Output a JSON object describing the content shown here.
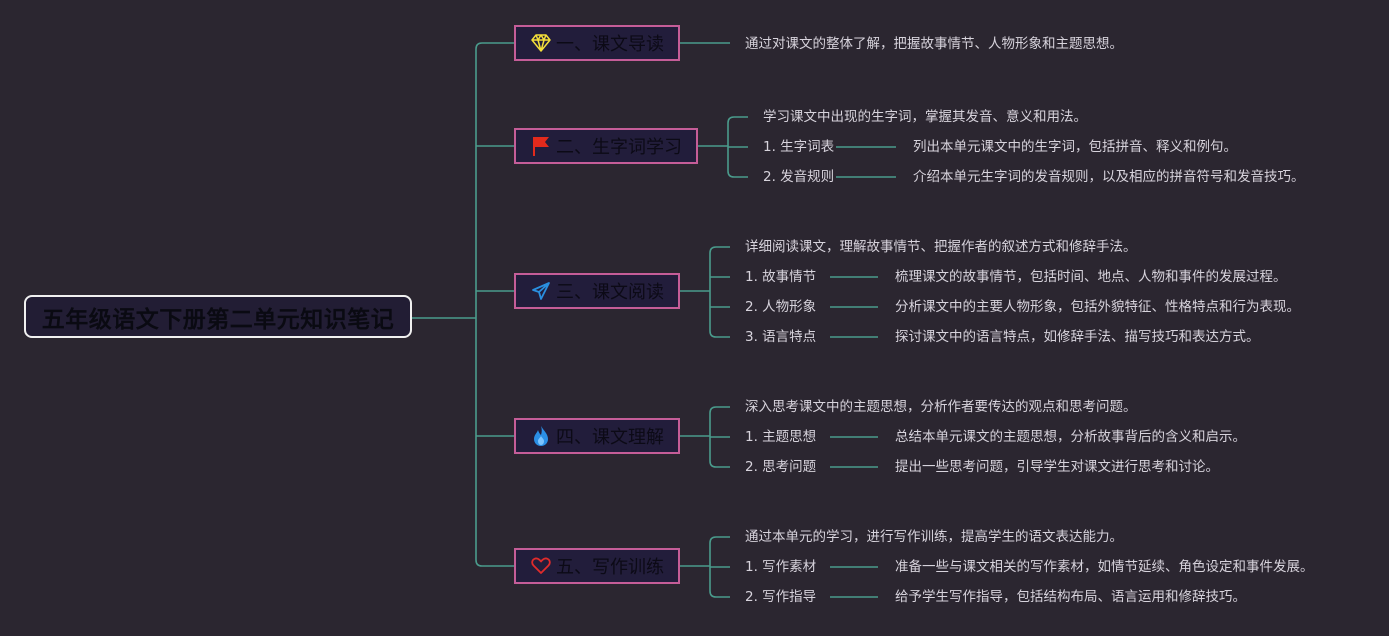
{
  "root_title": "五年级语文下册第二单元知识笔记",
  "branches": [
    {
      "icon": "diamond-icon",
      "label": "一、课文导读",
      "summary": "通过对课文的整体了解，把握故事情节、人物形象和主题思想。",
      "items": []
    },
    {
      "icon": "flag-icon",
      "label": "二、生字词学习",
      "summary": "学习课文中出现的生字词，掌握其发音、意义和用法。",
      "items": [
        {
          "label": "1. 生字词表",
          "desc": "列出本单元课文中的生字词，包括拼音、释义和例句。"
        },
        {
          "label": "2. 发音规则",
          "desc": "介绍本单元生字词的发音规则，以及相应的拼音符号和发音技巧。"
        }
      ]
    },
    {
      "icon": "paper-plane-icon",
      "label": "三、课文阅读",
      "summary": "详细阅读课文，理解故事情节、把握作者的叙述方式和修辞手法。",
      "items": [
        {
          "label": "1. 故事情节",
          "desc": "梳理课文的故事情节，包括时间、地点、人物和事件的发展过程。"
        },
        {
          "label": "2. 人物形象",
          "desc": "分析课文中的主要人物形象，包括外貌特征、性格特点和行为表现。"
        },
        {
          "label": "3. 语言特点",
          "desc": "探讨课文中的语言特点，如修辞手法、描写技巧和表达方式。"
        }
      ]
    },
    {
      "icon": "flame-icon",
      "label": "四、课文理解",
      "summary": "深入思考课文中的主题思想，分析作者要传达的观点和思考问题。",
      "items": [
        {
          "label": "1. 主题思想",
          "desc": "总结本单元课文的主题思想，分析故事背后的含义和启示。"
        },
        {
          "label": "2. 思考问题",
          "desc": "提出一些思考问题，引导学生对课文进行思考和讨论。"
        }
      ]
    },
    {
      "icon": "heart-icon",
      "label": "五、写作训练",
      "summary": "通过本单元的学习，进行写作训练，提高学生的语文表达能力。",
      "items": [
        {
          "label": "1. 写作素材",
          "desc": "准备一些与课文相关的写作素材，如情节延续、角色设定和事件发展。"
        },
        {
          "label": "2. 写作指导",
          "desc": "给予学生写作指导，包括结构布局、语言运用和修辞技巧。"
        }
      ]
    }
  ],
  "colors": {
    "background": "#2b2630",
    "connector": "#4a9b8c",
    "branch_border": "#c55d98",
    "root_border": "#f0f0f0",
    "diamond": "#f4df3a",
    "flag": "#e32a1c",
    "plane": "#2a8fe0",
    "flame": "#2b8fe6",
    "heart": "#e02b2b"
  }
}
